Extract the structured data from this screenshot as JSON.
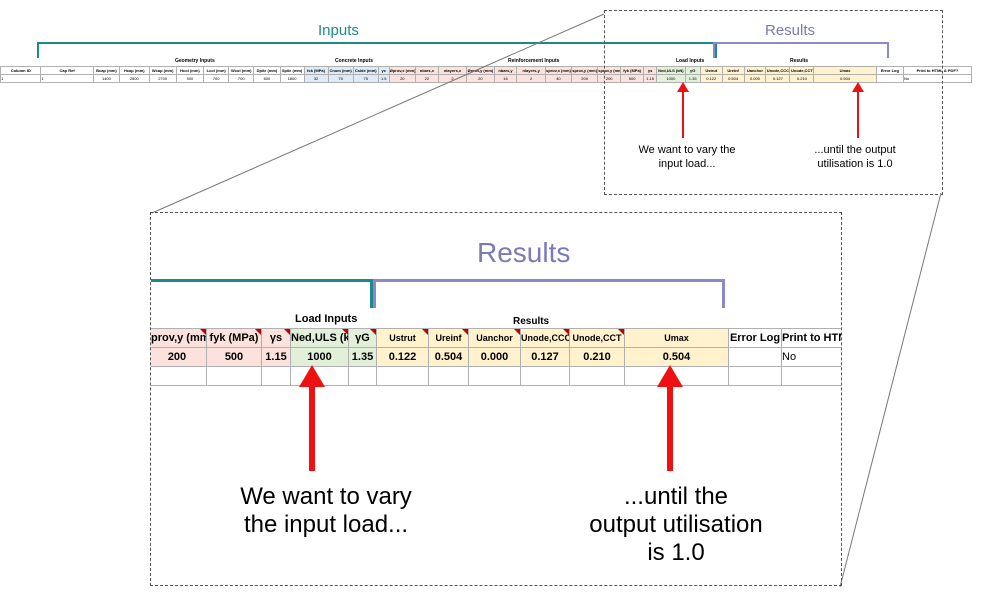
{
  "overview": {
    "inputs_title": "Inputs",
    "results_title": "Results",
    "group_headers": {
      "geometry": "Geometry Inputs",
      "concrete": "Concrete Inputs",
      "reinforcement": "Reinforcement Inputs",
      "load": "Load Inputs",
      "results": "Results"
    },
    "columns": [
      "Column ID",
      "Cap Ref",
      "Bcap (mm)",
      "Hcap (mm)",
      "Wcap (mm)",
      "Hcol (mm)",
      "Lcol (mm)",
      "Wcol (mm)",
      "Dpile (mm)",
      "Spile (mm)",
      "fck (MPa)",
      "Cnom (mm)",
      "Cside (mm)",
      "γc",
      "Øprov,x (mm)",
      "nbars,x",
      "nlayers,x",
      "Øprov,y (mm)",
      "nbars,y",
      "nlayers,y",
      "sprov,x (mm)",
      "sprov,y (mm)",
      "sprov,y (mm)",
      "fyk (MPa)",
      "γs",
      "Ned,ULS (kN)",
      "γG",
      "Ustrut",
      "Ureinf",
      "Uanchor",
      "Unode,CCC",
      "Unode,CCT",
      "Umax",
      "Error Log",
      "Print to HTML & PDF?"
    ],
    "values": [
      "1",
      "1",
      "1400",
      "2500",
      "2700",
      "900",
      "700",
      "700",
      "600",
      "1800",
      "32",
      "75",
      "75",
      "1.5",
      "20",
      "22",
      "2",
      "20",
      "16",
      "2",
      "40",
      "200",
      "200",
      "500",
      "1.15",
      "1000",
      "1.35",
      "0.122",
      "0.504",
      "0.000",
      "0.127",
      "0.210",
      "0.504",
      "",
      "No"
    ],
    "note_left": "We want to vary the input load...",
    "note_right": "...until the output utilisation is 1.0"
  },
  "zoom": {
    "results_title": "Results",
    "load_group": "Load Inputs",
    "results_group": "Results",
    "headers": [
      "lprov,y (mm)",
      "fyk (MPa)",
      "γs",
      "Ned,ULS (kN)",
      "γG",
      "Ustrut",
      "Ureinf",
      "Uanchor",
      "Unode,CCC",
      "Unode,CCT",
      "Umax",
      "Error Log",
      "Print to HTM"
    ],
    "values": [
      "200",
      "500",
      "1.15",
      "1000",
      "1.35",
      "0.122",
      "0.504",
      "0.000",
      "0.127",
      "0.210",
      "0.504",
      "",
      "No"
    ],
    "note_left": "We want to vary\nthe input load...",
    "note_right": "...until the\noutput utilisation\nis 1.0"
  },
  "colors": {
    "inputs_teal": "#1d8a8a",
    "results_purple": "#7a7ab8",
    "arrow_red": "#ee1111",
    "load_green": "#e2f0d9",
    "results_yellow": "#fff2cc"
  }
}
